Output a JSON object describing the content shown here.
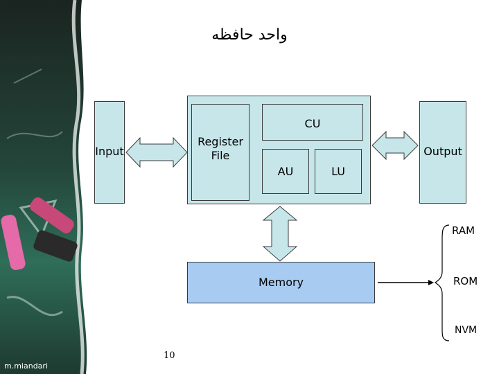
{
  "title": "واحد حافظه",
  "diagram": {
    "input": "Input",
    "output": "Output",
    "register_file": "Register\nFile",
    "cu": "CU",
    "au": "AU",
    "lu": "LU",
    "memory": "Memory",
    "memory_types": [
      "RAM",
      "ROM",
      "NVM"
    ]
  },
  "footer": {
    "page_number": "10",
    "author": "m.miandari"
  },
  "colors": {
    "unit_fill": "#c6e6ea",
    "memory_fill": "#a8cbf2",
    "arrow_fill": "#c6e6ea"
  }
}
